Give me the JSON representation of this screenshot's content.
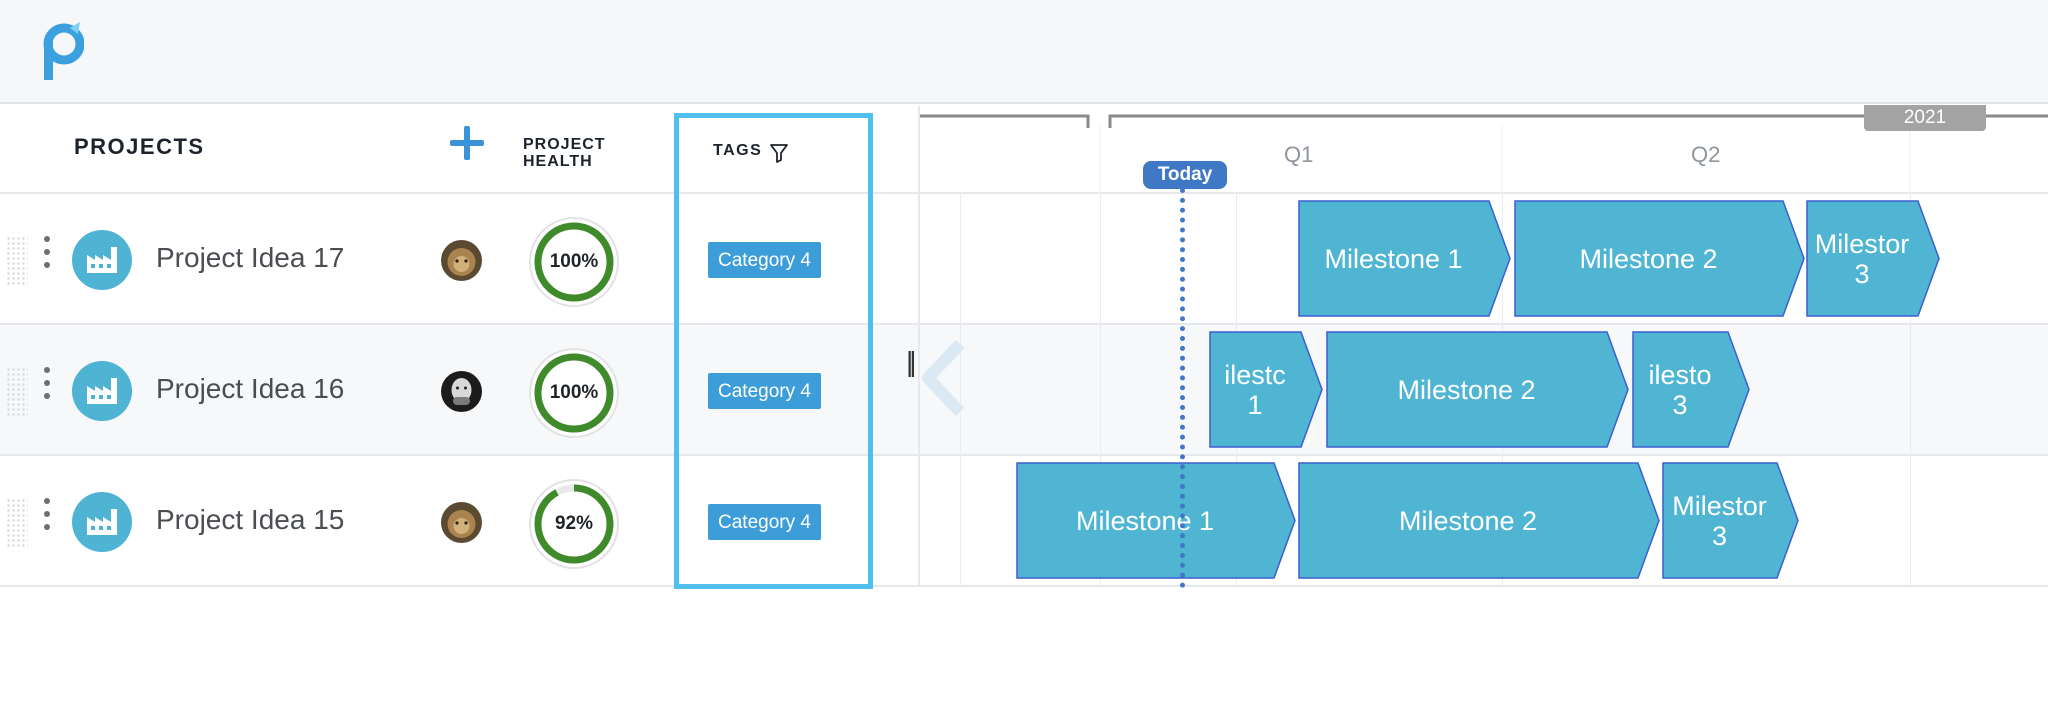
{
  "header": {
    "logo": "planview-logo"
  },
  "grid": {
    "projects_label": "PROJECTS",
    "add_icon": "plus-icon",
    "health_label_1": "PROJECT",
    "health_label_2": "HEALTH",
    "tags_label": "TAGS",
    "filter_icon": "filter-icon"
  },
  "rows": [
    {
      "name": "Project Idea 17",
      "health": "100%",
      "health_value": 1.0,
      "tag": "Category 4",
      "avatar": "lion-avatar"
    },
    {
      "name": "Project Idea 16",
      "health": "100%",
      "health_value": 1.0,
      "tag": "Category 4",
      "avatar": "man-avatar"
    },
    {
      "name": "Project Idea 15",
      "health": "92%",
      "health_value": 0.92,
      "tag": "Category 4",
      "avatar": "lion-avatar"
    }
  ],
  "timeline": {
    "year": "2021",
    "quarters": [
      "Q1",
      "Q2"
    ],
    "today_label": "Today",
    "milestones": [
      [
        "Milestone 1",
        "Milestone 2",
        "Milestor\n3"
      ],
      [
        "ilestc\n1",
        "Milestone 2",
        "ilesto\n3"
      ],
      [
        "Milestone 1",
        "Milestone 2",
        "Milestor\n3"
      ]
    ]
  },
  "colors": {
    "milestone": "#4fb5d2",
    "milestone_border": "#3b5fd0",
    "tag": "#3d9dd9",
    "health_ring": "#3f8a2a",
    "accent": "#3a93d8",
    "today": "#3f78c4"
  }
}
